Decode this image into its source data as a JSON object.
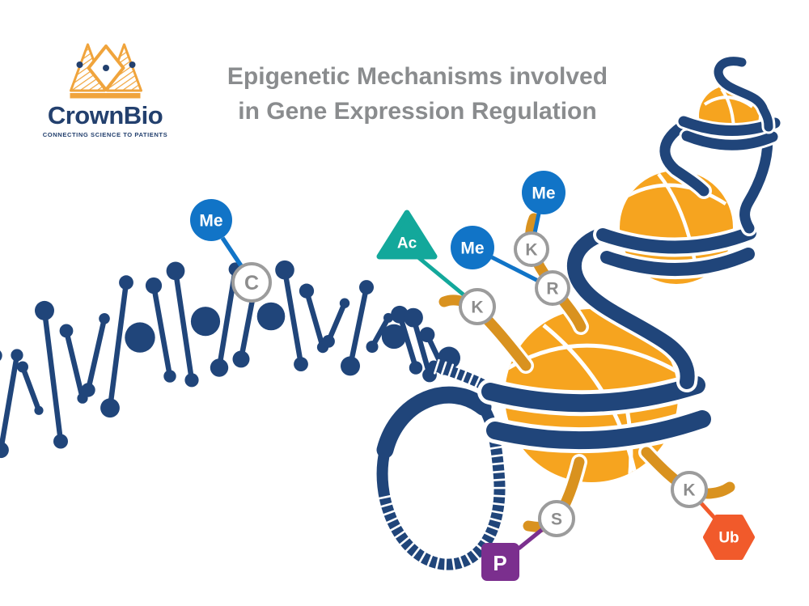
{
  "logo": {
    "brand": "CrownBio",
    "tagline": "CONNECTING SCIENCE TO PATIENTS"
  },
  "title": {
    "line1": "Epigenetic Mechanisms involved",
    "line2": "in Gene Expression Regulation"
  },
  "markers": {
    "dna_methyl_mark": "Me",
    "dna_methyl_site": "C",
    "acetyl_mark": "Ac",
    "acetyl_site": "K",
    "methyl_r_mark": "Me",
    "methyl_r_site": "R",
    "methyl_k_mark": "Me",
    "methyl_k_site": "K",
    "phospho_mark": "P",
    "phospho_site": "S",
    "ubiquitin_mark": "Ub",
    "ubiquitin_site": "K"
  },
  "colors": {
    "navy": "#20457a",
    "blue": "#1174c7",
    "sphere_orange": "#f6a41f",
    "tail_orange": "#d9921f",
    "teal": "#13a89b",
    "purple": "#7b2f8e",
    "red_orange": "#f15a2b",
    "title_gray": "#8a8c8e",
    "logo_navy": "#23406e",
    "logo_orange": "#f0a43c",
    "site_border_gray": "#9c9c9c",
    "site_letter_gray": "#8d8d8d"
  }
}
